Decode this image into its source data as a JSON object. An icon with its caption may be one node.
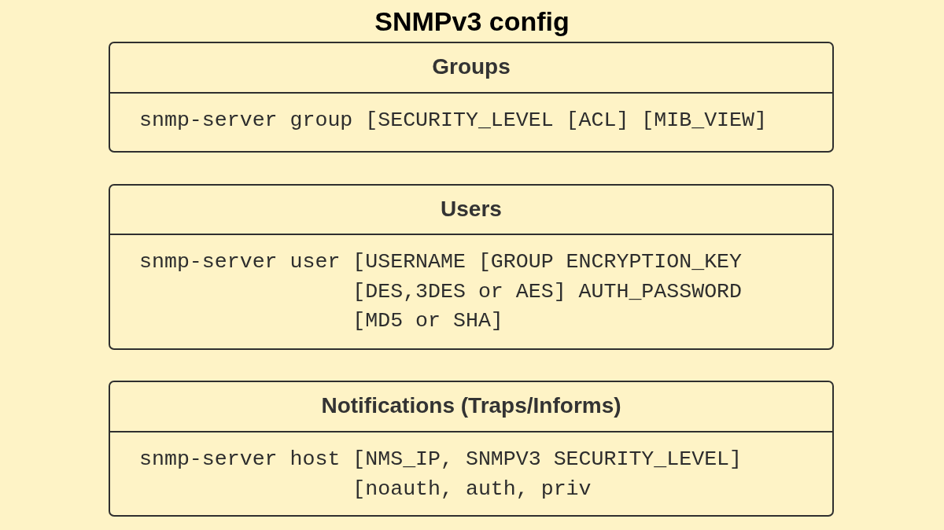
{
  "diagram": {
    "title": "SNMPv3 config",
    "nodes": [
      {
        "text": [
          "Groups",
          "snmp-server group [SECURITY_LEVEL [ACL] [MIB_VIEW]"
        ]
      },
      {
        "text": [
          "Users",
          "snmp-server user [USERNAME [GROUP ENCRYPTION_KEY [DES,3DES or AES] AUTH_PASSWORD [MD5 or SHA]"
        ]
      },
      {
        "text": [
          "Notifications (Traps/Informs)",
          "snmp-server host [NMS_IP, SNMPV3 SECURITY_LEVEL] [noauth, auth, priv"
        ]
      }
    ]
  }
}
